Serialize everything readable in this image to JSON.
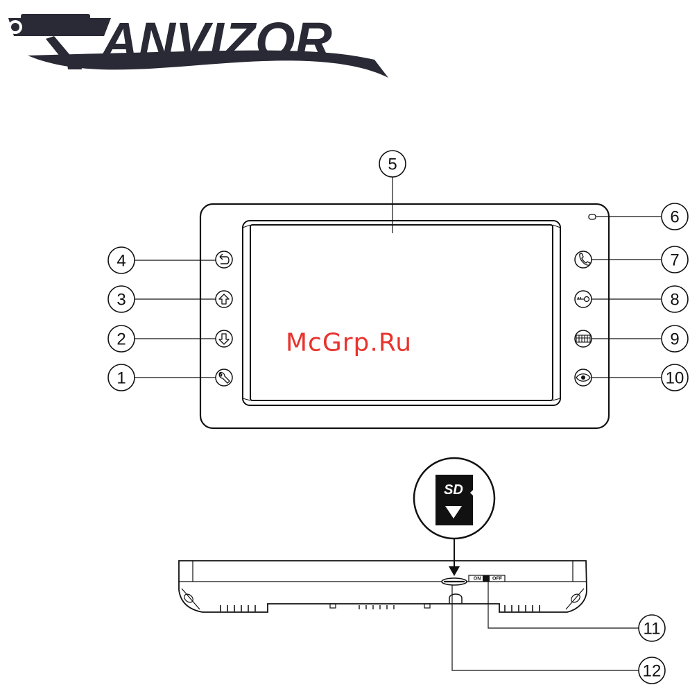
{
  "logo": {
    "text": "ANVIZOR"
  },
  "watermark": "McGrp.Ru",
  "callouts": [
    "1",
    "2",
    "3",
    "4",
    "5",
    "6",
    "7",
    "8",
    "9",
    "10",
    "11",
    "12"
  ],
  "switch": {
    "on_label": "ON",
    "off_label": "OFF"
  },
  "sd_card": {
    "label": "SD"
  },
  "icons": {
    "left_buttons": [
      "back-arrow-icon",
      "up-arrow-icon",
      "down-arrow-icon",
      "wrench-icon"
    ],
    "right_buttons": [
      "phone-handset-icon",
      "key-icon",
      "gate-icon",
      "eye-icon"
    ]
  }
}
